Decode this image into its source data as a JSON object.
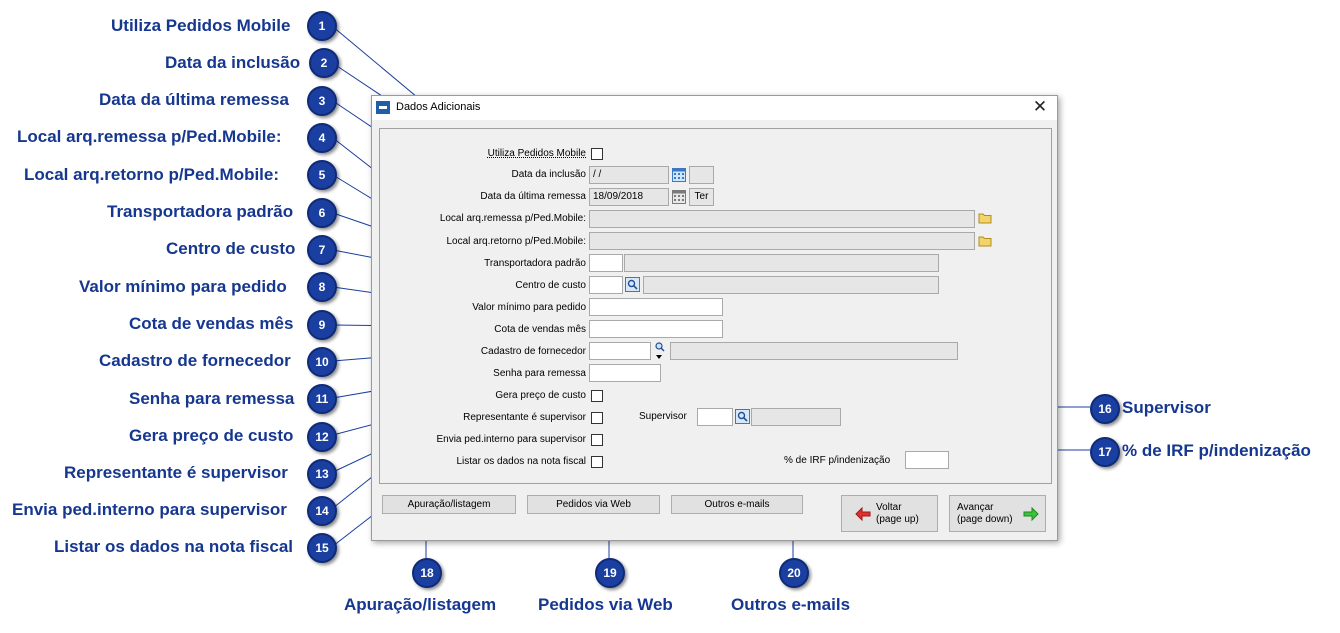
{
  "window": {
    "title": "Dados Adicionais",
    "close_glyph": "✕"
  },
  "form": {
    "utiliza_pedidos_mobile": {
      "label": "Utiliza Pedidos Mobile",
      "checked": false
    },
    "data_inclusao": {
      "label": "Data da inclusão",
      "value": " /  /",
      "extra": ""
    },
    "data_ultima_remessa": {
      "label": "Data da última remessa",
      "value": "18/09/2018",
      "weekday": "Ter"
    },
    "local_remessa": {
      "label": "Local arq.remessa p/Ped.Mobile:",
      "value": ""
    },
    "local_retorno": {
      "label": "Local arq.retorno p/Ped.Mobile:",
      "value": ""
    },
    "transportadora_padrao": {
      "label": "Transportadora padrão",
      "code": "",
      "name": ""
    },
    "centro_custo": {
      "label": "Centro de custo",
      "code": "",
      "name": ""
    },
    "valor_minimo": {
      "label": "Valor mínimo para pedido",
      "value": ""
    },
    "cota_vendas": {
      "label": "Cota de vendas mês",
      "value": ""
    },
    "cadastro_fornecedor": {
      "label": "Cadastro de fornecedor",
      "code": "",
      "name": ""
    },
    "senha_remessa": {
      "label": "Senha para remessa",
      "value": ""
    },
    "gera_preco_custo": {
      "label": "Gera preço de custo",
      "checked": false
    },
    "representante_supervisor": {
      "label": "Representante é supervisor",
      "checked": false
    },
    "envia_ped_interno": {
      "label": "Envia ped.interno para supervisor",
      "checked": false
    },
    "listar_nota_fiscal": {
      "label": "Listar os dados na nota fiscal",
      "checked": false
    },
    "supervisor": {
      "label": "Supervisor",
      "code": "",
      "name": ""
    },
    "irf_indenizacao": {
      "label": "% de IRF p/indenização",
      "value": ""
    }
  },
  "buttons": {
    "apuracao": "Apuração/listagem",
    "pedidos_web": "Pedidos via Web",
    "outros_emails": "Outros e-mails",
    "voltar_line1": "Voltar",
    "voltar_line2": "(page up)",
    "avancar_line1": "Avançar",
    "avancar_line2": "(page down)"
  },
  "callouts": [
    {
      "n": "1",
      "text": "Utiliza Pedidos Mobile"
    },
    {
      "n": "2",
      "text": "Data da inclusão"
    },
    {
      "n": "3",
      "text": "Data da última remessa"
    },
    {
      "n": "4",
      "text": "Local arq.remessa p/Ped.Mobile:"
    },
    {
      "n": "5",
      "text": "Local arq.retorno p/Ped.Mobile:"
    },
    {
      "n": "6",
      "text": "Transportadora padrão"
    },
    {
      "n": "7",
      "text": "Centro de custo"
    },
    {
      "n": "8",
      "text": "Valor mínimo para pedido"
    },
    {
      "n": "9",
      "text": "Cota de vendas mês"
    },
    {
      "n": "10",
      "text": "Cadastro de fornecedor"
    },
    {
      "n": "11",
      "text": "Senha para remessa"
    },
    {
      "n": "12",
      "text": "Gera preço de custo"
    },
    {
      "n": "13",
      "text": "Representante é supervisor"
    },
    {
      "n": "14",
      "text": "Envia ped.interno para supervisor"
    },
    {
      "n": "15",
      "text": "Listar os dados na nota fiscal"
    },
    {
      "n": "16",
      "text": "Supervisor"
    },
    {
      "n": "17",
      "text": "% de IRF p/indenização"
    },
    {
      "n": "18",
      "text": "Apuração/listagem"
    },
    {
      "n": "19",
      "text": "Pedidos via Web"
    },
    {
      "n": "20",
      "text": "Outros e-mails"
    }
  ],
  "colors": {
    "callout_text": "#16378f",
    "badge_fill": "#1a3fa0",
    "leader_line": "#1a3fa0"
  }
}
